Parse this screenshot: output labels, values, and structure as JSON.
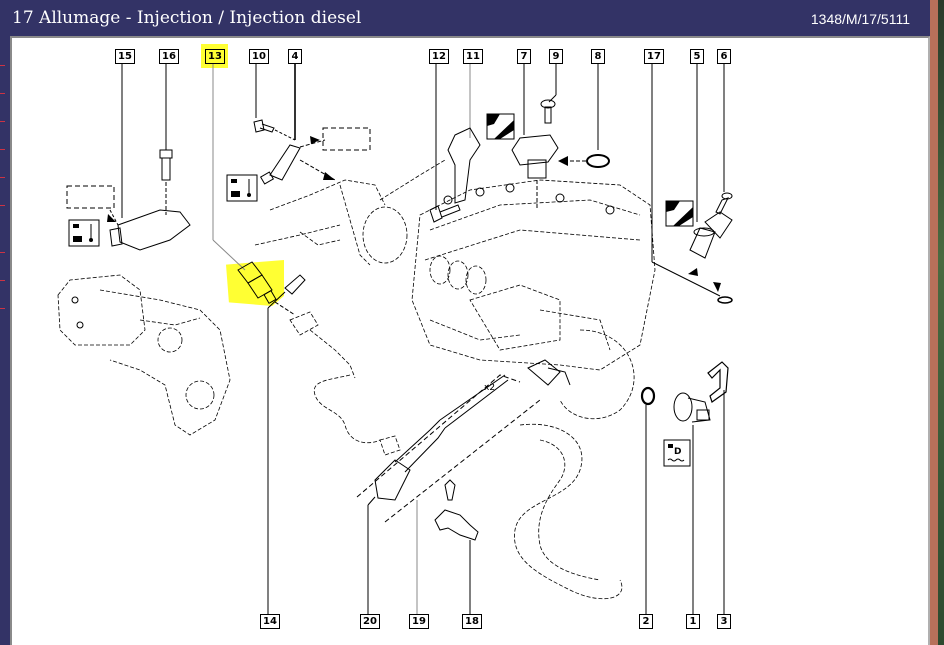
{
  "window": {
    "title": "17 Allumage - Injection / Injection diesel",
    "reference": "1348/M/17/5111"
  },
  "colors": {
    "titlebar": "#333366",
    "highlight": "#ffff33",
    "panel": "#ffffff"
  },
  "diagram": {
    "highlighted_part": "13",
    "quantity_note": "x2",
    "callouts_top": [
      {
        "label": "15"
      },
      {
        "label": "16"
      },
      {
        "label": "13"
      },
      {
        "label": "10"
      },
      {
        "label": "4"
      },
      {
        "label": "12"
      },
      {
        "label": "11"
      },
      {
        "label": "7"
      },
      {
        "label": "9"
      },
      {
        "label": "8"
      },
      {
        "label": "17"
      },
      {
        "label": "5"
      },
      {
        "label": "6"
      }
    ],
    "callouts_bottom": [
      {
        "label": "14"
      },
      {
        "label": "20"
      },
      {
        "label": "19"
      },
      {
        "label": "18"
      },
      {
        "label": "2"
      },
      {
        "label": "1"
      },
      {
        "label": "3"
      }
    ],
    "icons": [
      {
        "name": "connector-electrical-symbol-icon",
        "near": "16"
      },
      {
        "name": "connector-electrical-symbol-icon",
        "near": "10"
      },
      {
        "name": "sealant-application-symbol-icon",
        "near": "7"
      },
      {
        "name": "sealant-application-symbol-icon",
        "near": "5"
      },
      {
        "name": "coolant-temperature-symbol-icon",
        "near": "1"
      }
    ]
  }
}
